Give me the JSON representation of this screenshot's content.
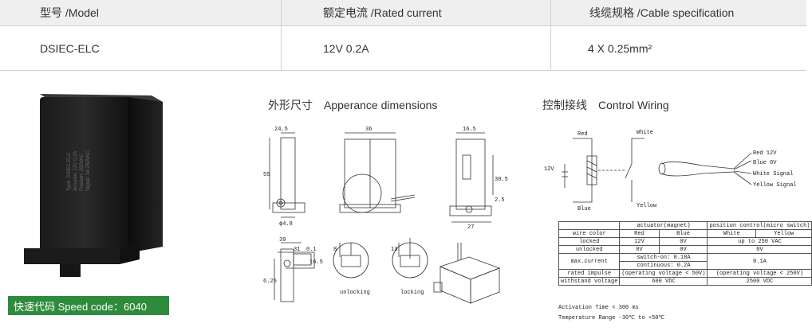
{
  "spec_table": {
    "headers": [
      "型号 /Model",
      "额定电流 /Rated current",
      "线缆规格 /Cable specification"
    ],
    "row": [
      "DSIEC-ELC",
      "12V 0.2A",
      "4 X 0.25mm²"
    ]
  },
  "product": {
    "speed_code": "快速代码 Speed code：6040",
    "label_lines": [
      "Type: DSIEC-ELC",
      "Actuator: 12V 0.2A",
      "Position: 250VAC",
      "Signal: 3A 250VAC"
    ]
  },
  "dimensions": {
    "title_cn": "外形尺寸",
    "title_en": "Apperance dimensions",
    "labels": {
      "d24_5": "24.5",
      "d36": "36",
      "d16_5a": "16.5",
      "d55": "55",
      "d30_5": "30.5",
      "d2_5": "2.5",
      "d27": "27",
      "d4_8": "ϕ4.8",
      "d39": "39",
      "d31": "31",
      "d0_1": "0.1",
      "d16_5b": "16.5",
      "d6_25": "6.25",
      "d8": "8",
      "d13": "13",
      "unlocking": "unlocking",
      "locking": "locking"
    }
  },
  "wiring": {
    "title_cn": "控制接线",
    "title_en": "Control Wiring",
    "schematic": {
      "red": "Red",
      "white": "White",
      "v12": "12V",
      "blue": "Blue",
      "yellow": "Yellow"
    },
    "cable_labels": [
      "Red 12V",
      "Blue 0V",
      "White Signal",
      "Yellow Signal"
    ],
    "table": {
      "group_headers": [
        "actuator(magnet)",
        "position control(micro switch)"
      ],
      "rows": [
        [
          "wire color",
          "Red",
          "Blue",
          "White",
          "Yellow"
        ],
        [
          "locked",
          "12V",
          "0V",
          "up to 250 VAC"
        ],
        [
          "unlocked",
          "0V",
          "0V",
          "0V"
        ],
        [
          "max.current",
          "switch-on: 0.18A",
          "0.1A"
        ],
        [
          "",
          "continuous: 0.2A",
          ""
        ],
        [
          "rated impulse",
          "(operating voltage < 50V)",
          "(operating voltage < 250V)"
        ],
        [
          "withstand voltage",
          "600 VDC",
          "2500 VDC"
        ]
      ]
    },
    "notes": [
      "Activation Time < 300 ms",
      "Temperature Range -30℃ to +50℃"
    ]
  }
}
